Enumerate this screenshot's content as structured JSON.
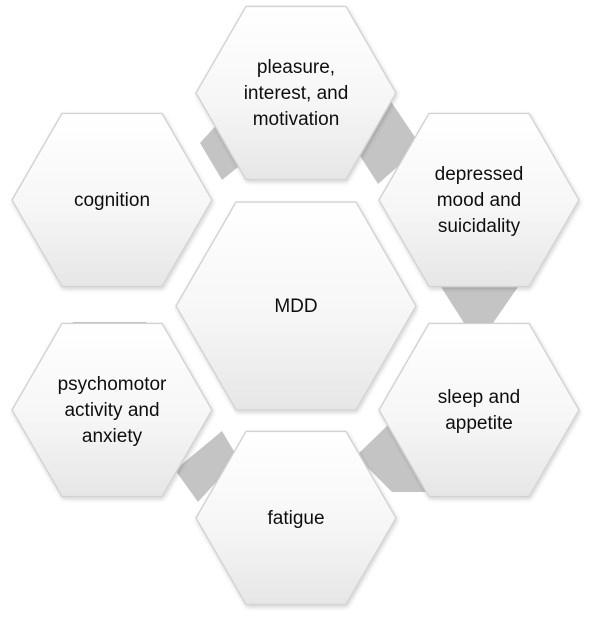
{
  "diagram": {
    "center": {
      "lines": [
        "MDD"
      ]
    },
    "nodes": [
      {
        "id": "pleasure",
        "lines": [
          "pleasure,",
          "interest, and",
          "motivation"
        ]
      },
      {
        "id": "depressed",
        "lines": [
          "depressed",
          "mood and",
          "suicidality"
        ]
      },
      {
        "id": "sleep",
        "lines": [
          "sleep and",
          "appetite"
        ]
      },
      {
        "id": "fatigue",
        "lines": [
          "fatigue"
        ]
      },
      {
        "id": "psychomotor",
        "lines": [
          "psychomotor",
          "activity and",
          "anxiety"
        ]
      },
      {
        "id": "cognition",
        "lines": [
          "cognition"
        ]
      }
    ]
  },
  "colors": {
    "hex_fill_top": "#ffffff",
    "hex_fill_bottom": "#e9e9e9",
    "hex_stroke": "#d2d2d2",
    "connector": "#c4c4c4",
    "text": "#111111"
  }
}
